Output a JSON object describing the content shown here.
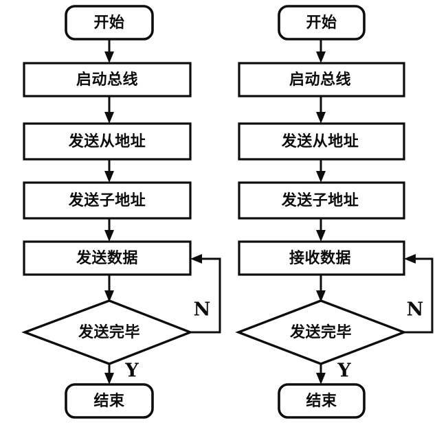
{
  "diagram": {
    "title": "I2C flowcharts: send and receive",
    "background_color": "#ffffff",
    "line_color": "#0d0d0d",
    "text_color": "#0b0b0b",
    "charts": [
      {
        "id": "send-flowchart",
        "name": "send-data-flowchart",
        "nodes": [
          {
            "id": "start",
            "shape": "terminator",
            "label": "开始"
          },
          {
            "id": "bus",
            "shape": "process",
            "label": "启动总线"
          },
          {
            "id": "slaveadr",
            "shape": "process",
            "label": "发送从地址"
          },
          {
            "id": "subadr",
            "shape": "process",
            "label": "发送子地址"
          },
          {
            "id": "data",
            "shape": "process",
            "label": "发送数据"
          },
          {
            "id": "decide",
            "shape": "decision",
            "label": "发送完毕"
          },
          {
            "id": "end",
            "shape": "terminator",
            "label": "结束"
          }
        ],
        "branches": {
          "no": "N",
          "yes": "Y"
        }
      },
      {
        "id": "receive-flowchart",
        "name": "receive-data-flowchart",
        "nodes": [
          {
            "id": "start",
            "shape": "terminator",
            "label": "开始"
          },
          {
            "id": "bus",
            "shape": "process",
            "label": "启动总线"
          },
          {
            "id": "slaveadr",
            "shape": "process",
            "label": "发送从地址"
          },
          {
            "id": "subadr",
            "shape": "process",
            "label": "发送子地址"
          },
          {
            "id": "data",
            "shape": "process",
            "label": "接收数据"
          },
          {
            "id": "decide",
            "shape": "decision",
            "label": "发送完毕"
          },
          {
            "id": "end",
            "shape": "terminator",
            "label": "结束"
          }
        ],
        "branches": {
          "no": "N",
          "yes": "Y"
        }
      }
    ]
  }
}
